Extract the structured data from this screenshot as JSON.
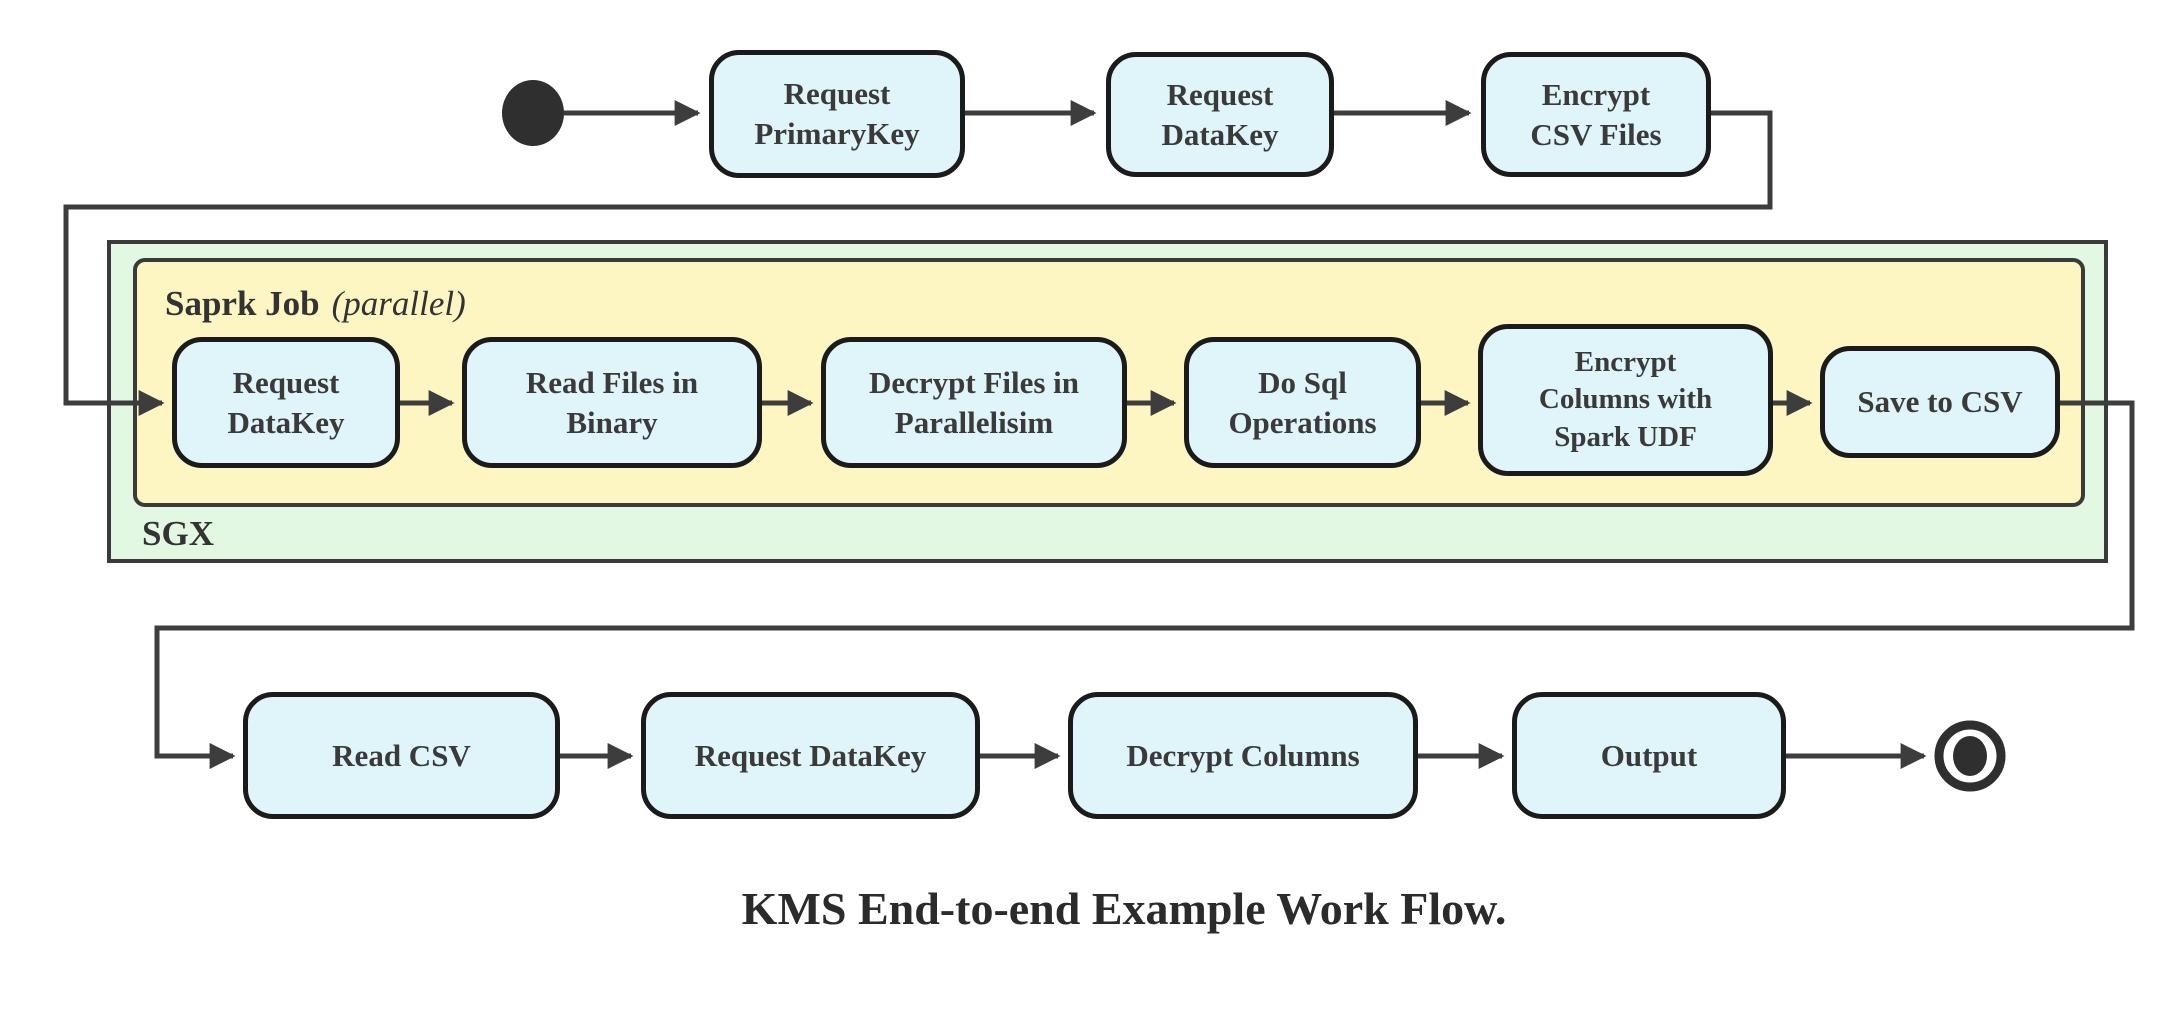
{
  "caption": "KMS End-to-end Example Work Flow.",
  "colors": {
    "background": "#ffffff",
    "node_fill": "#e0f5fa",
    "node_border": "#1b1b1b",
    "sgx_container_fill": "#e2f8e2",
    "spark_container_fill": "#fdf6c3",
    "container_border": "#3a3a3a",
    "edge_color": "#3d3d3d",
    "text_color": "#3a3a3a"
  },
  "containers": {
    "sgx": {
      "label": "SGX"
    },
    "spark_job": {
      "label": "Saprk Job",
      "annotation": "(parallel)"
    }
  },
  "nodes": {
    "start": {
      "type": "initial-state"
    },
    "request_primarykey": {
      "label": "Request\nPrimaryKey"
    },
    "request_datakey_top": {
      "label": "Request\nDataKey"
    },
    "encrypt_csv_files": {
      "label": "Encrypt\nCSV Files"
    },
    "request_datakey_sgx": {
      "label": "Request\nDataKey"
    },
    "read_files_in_binary": {
      "label": "Read Files in\nBinary"
    },
    "decrypt_files_in_parallelisim": {
      "label": "Decrypt Files in\nParallelisim"
    },
    "do_sql_operations": {
      "label": "Do Sql\nOperations"
    },
    "encrypt_columns_with_spark_udf": {
      "label": "Encrypt\nColumns with\nSpark UDF"
    },
    "save_to_csv": {
      "label": "Save to CSV"
    },
    "read_csv": {
      "label": "Read CSV"
    },
    "request_datakey_bottom": {
      "label": "Request DataKey"
    },
    "decrypt_columns": {
      "label": "Decrypt Columns"
    },
    "output": {
      "label": "Output"
    },
    "end": {
      "type": "final-state"
    }
  },
  "edges": [
    {
      "from": "start",
      "to": "request_primarykey"
    },
    {
      "from": "request_primarykey",
      "to": "request_datakey_top"
    },
    {
      "from": "request_datakey_top",
      "to": "encrypt_csv_files"
    },
    {
      "from": "encrypt_csv_files",
      "to": "request_datakey_sgx"
    },
    {
      "from": "request_datakey_sgx",
      "to": "read_files_in_binary"
    },
    {
      "from": "read_files_in_binary",
      "to": "decrypt_files_in_parallelisim"
    },
    {
      "from": "decrypt_files_in_parallelisim",
      "to": "do_sql_operations"
    },
    {
      "from": "do_sql_operations",
      "to": "encrypt_columns_with_spark_udf"
    },
    {
      "from": "encrypt_columns_with_spark_udf",
      "to": "save_to_csv"
    },
    {
      "from": "save_to_csv",
      "to": "read_csv"
    },
    {
      "from": "read_csv",
      "to": "request_datakey_bottom"
    },
    {
      "from": "request_datakey_bottom",
      "to": "decrypt_columns"
    },
    {
      "from": "decrypt_columns",
      "to": "output"
    },
    {
      "from": "output",
      "to": "end"
    }
  ]
}
